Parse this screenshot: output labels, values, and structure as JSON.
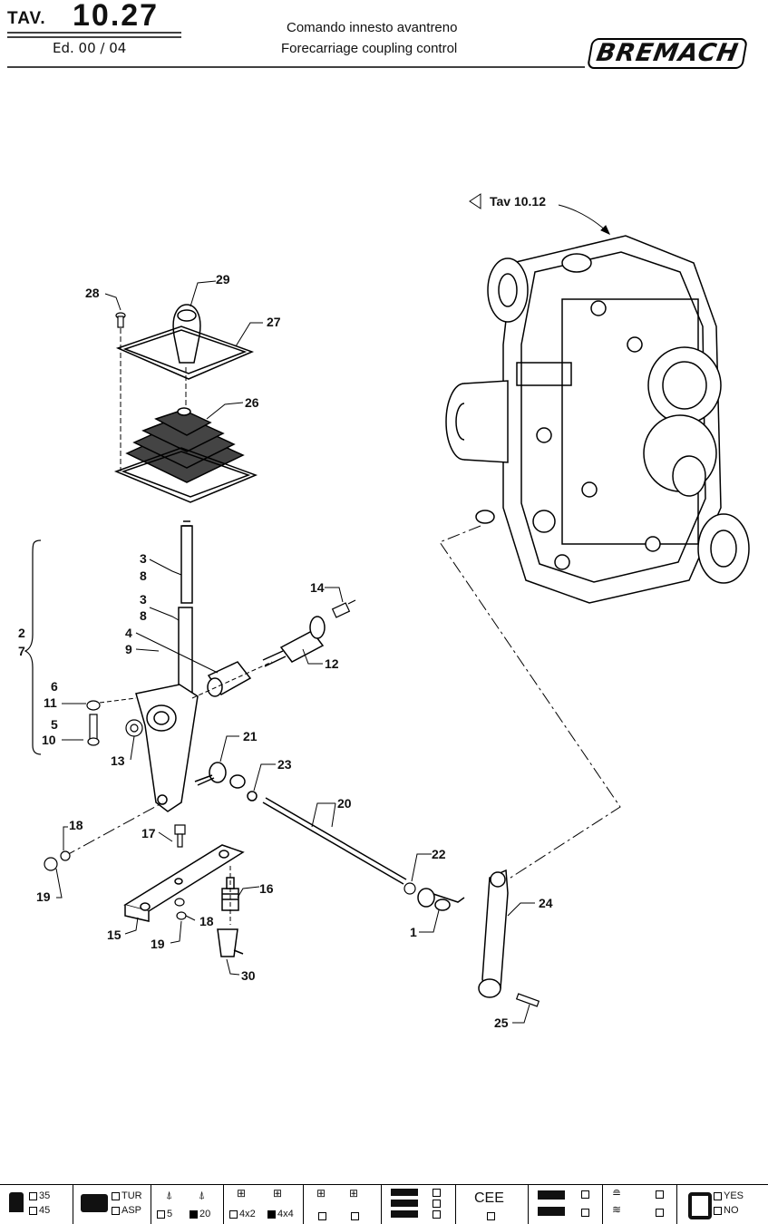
{
  "header": {
    "tav_label": "TAV.",
    "table_number": "10.27",
    "edition": "Ed. 00 / 04",
    "title_it": "Comando innesto avantreno",
    "title_en": "Forecarriage coupling control",
    "brand": "BREMACH"
  },
  "reference": {
    "label": "Tav 10.12"
  },
  "callouts": [
    "28",
    "29",
    "27",
    "26",
    "3",
    "8",
    "3",
    "8",
    "2",
    "7",
    "4",
    "9",
    "6",
    "11",
    "5",
    "10",
    "13",
    "14",
    "12",
    "21",
    "23",
    "20",
    "18",
    "19",
    "17",
    "16",
    "15",
    "19",
    "18",
    "30",
    "22",
    "1",
    "24",
    "25"
  ],
  "footer": {
    "g1": [
      "35",
      "45"
    ],
    "g2": [
      "TUR",
      "ASP"
    ],
    "g3": [
      "5",
      "20"
    ],
    "g4": [
      "4x2",
      "4x4"
    ],
    "cee": "CEE",
    "yesno": [
      "YES",
      "NO"
    ]
  },
  "colors": {
    "ink": "#111111",
    "paper": "#ffffff"
  }
}
